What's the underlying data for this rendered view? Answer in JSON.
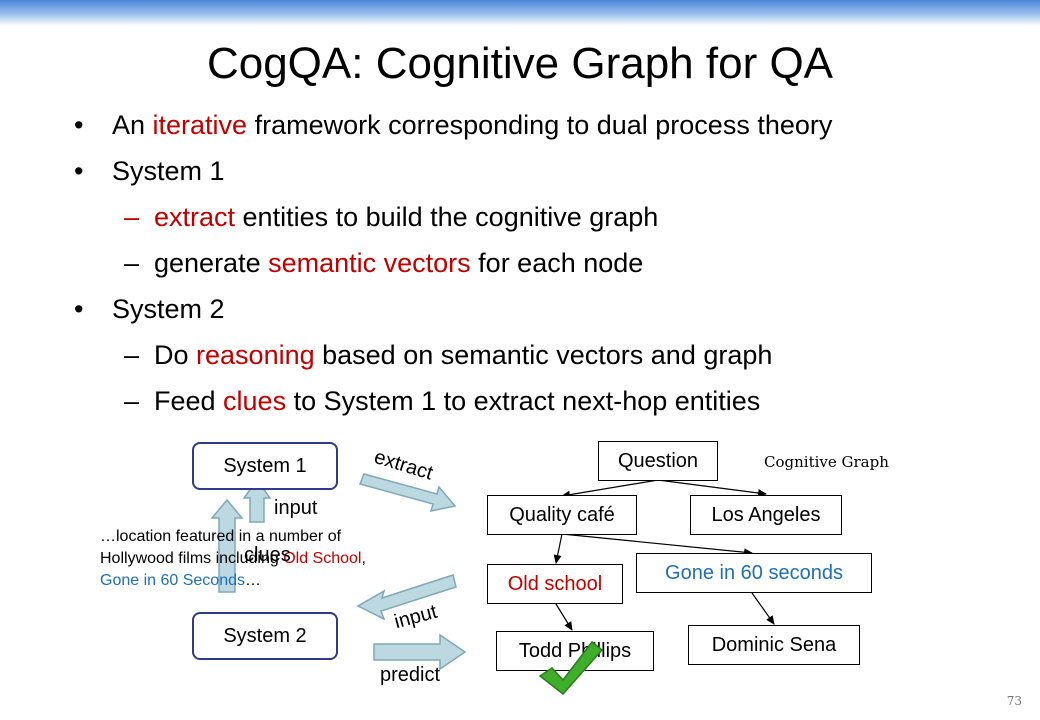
{
  "slide": {
    "title": "CogQA: Cognitive Graph for QA",
    "page_number": "73"
  },
  "bullets": [
    {
      "level": 1,
      "parts": [
        {
          "t": "An ",
          "c": "black"
        },
        {
          "t": "iterative",
          "c": "red"
        },
        {
          "t": " framework corresponding to dual process theory",
          "c": "black"
        }
      ]
    },
    {
      "level": 1,
      "parts": [
        {
          "t": "System 1",
          "c": "black"
        }
      ]
    },
    {
      "level": 2,
      "parts": [
        {
          "t": "extract",
          "c": "red"
        },
        {
          "t": " entities to build the cognitive graph",
          "c": "black"
        }
      ]
    },
    {
      "level": 2,
      "parts": [
        {
          "t": "generate ",
          "c": "black"
        },
        {
          "t": "semantic vectors",
          "c": "red"
        },
        {
          "t": " for each node",
          "c": "black"
        }
      ]
    },
    {
      "level": 1,
      "parts": [
        {
          "t": "System 2",
          "c": "black"
        }
      ]
    },
    {
      "level": 2,
      "parts": [
        {
          "t": "Do ",
          "c": "black"
        },
        {
          "t": "reasoning",
          "c": "red"
        },
        {
          "t": " based on semantic vectors and graph",
          "c": "black"
        }
      ]
    },
    {
      "level": 2,
      "parts": [
        {
          "t": "Feed ",
          "c": "black"
        },
        {
          "t": "clues",
          "c": "red"
        },
        {
          "t": " to System 1 to extract next-hop entities",
          "c": "black"
        }
      ]
    }
  ],
  "bullet_markers": {
    "level1": "•",
    "level2": "–"
  },
  "diagram": {
    "system1": "System 1",
    "system2": "System 2",
    "label_input_top": "input",
    "label_clues": "clues",
    "label_extract": "extract",
    "label_input_bottom": "input",
    "label_predict": "predict",
    "snippet": {
      "line1": "…location featured in a number of",
      "line2_a": "Hollywood films including ",
      "line2_b": "Old School",
      "line2_c": ",",
      "line3_a": "Gone in 60 Seconds",
      "line3_b": "…"
    },
    "graph_caption": "Cognitive Graph",
    "nodes": {
      "question": "Question",
      "quality_cafe": "Quality café",
      "los_angeles": "Los Angeles",
      "old_school": "Old school",
      "gone_in_60": "Gone in 60 seconds",
      "todd_phillips": "Todd Phillips",
      "dominic_sena": "Dominic Sena"
    }
  },
  "colors": {
    "accent_red": "#c00000",
    "accent_blue": "#1f6fb5",
    "arrow_fill": "#bcd8e0",
    "arrow_stroke": "#7fa8b8",
    "system_box_border": "#2e3a8c",
    "check_green": "#3fae2a"
  }
}
